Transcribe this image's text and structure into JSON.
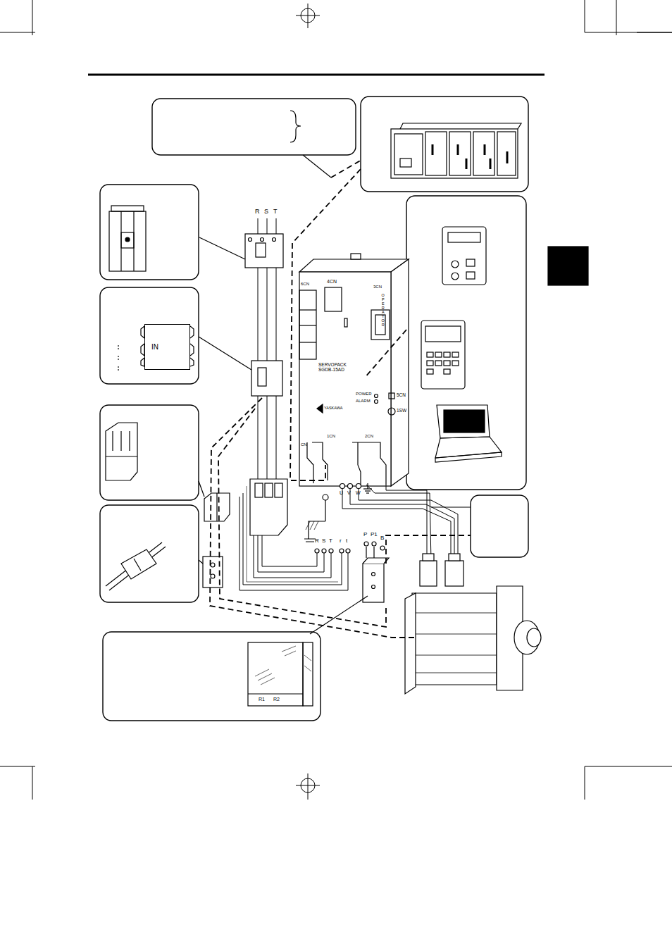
{
  "diagram": {
    "nodes": [
      {
        "text": [
          "6CN",
          "4CN",
          "3CN",
          "OPERATOR",
          "SERVOPACK SGDB-15AD",
          "POWER",
          "ALARM",
          "5CN",
          "1SW",
          "YASKAWA",
          "1CN",
          "2CN",
          "CN"
        ]
      },
      {
        "text": [
          "IN"
        ]
      }
    ],
    "labels": [
      "R",
      "S",
      "T",
      "U",
      "V",
      "W",
      "R",
      "S",
      "T",
      "r",
      "t",
      "P",
      "P1",
      "B",
      "R1",
      "R2"
    ]
  }
}
